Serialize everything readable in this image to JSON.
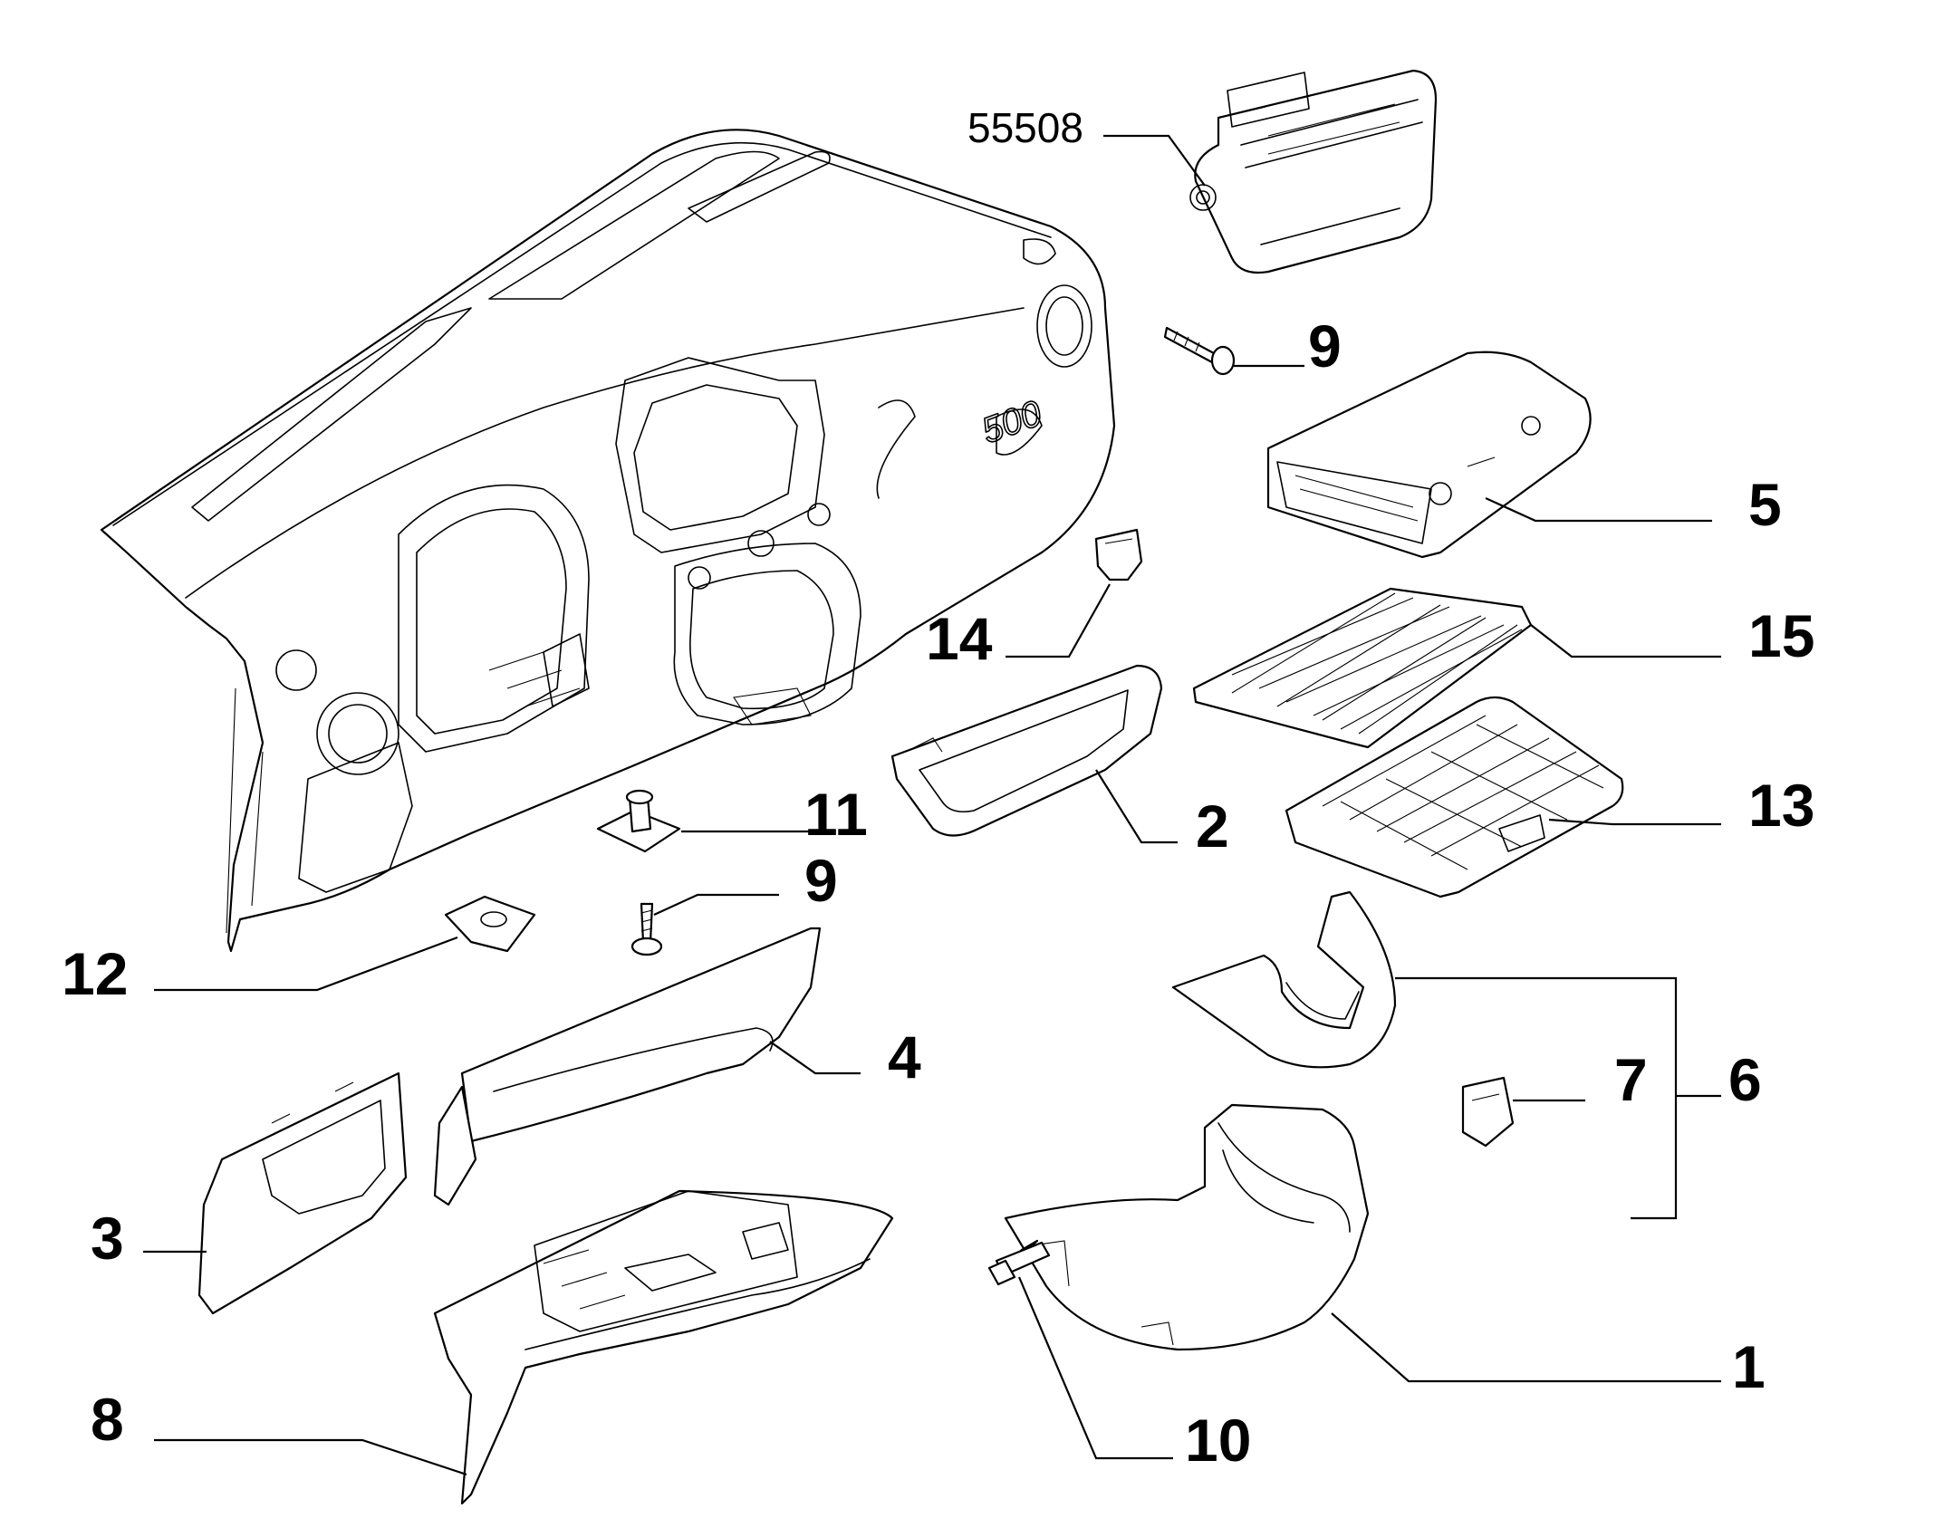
{
  "callouts": {
    "c55508": "55508",
    "c9a": "9",
    "c5": "5",
    "c14": "14",
    "c15": "15",
    "c11": "11",
    "c2": "2",
    "c13": "13",
    "c9b": "9",
    "c12": "12",
    "c4": "4",
    "c7": "7",
    "c6": "6",
    "c3": "3",
    "c1": "1",
    "c8": "8",
    "c10": "10"
  }
}
